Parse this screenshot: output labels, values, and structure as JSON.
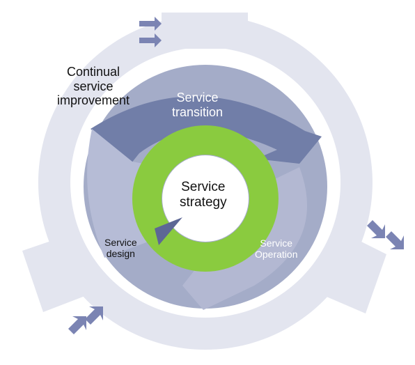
{
  "diagram": {
    "outer_ring": {
      "label_lines": [
        "Continual",
        "service",
        "improvement"
      ]
    },
    "transition": {
      "label_lines": [
        "Service",
        "transition"
      ]
    },
    "operation": {
      "label_lines": [
        "Service",
        "Operation"
      ]
    },
    "design": {
      "label_lines": [
        "Service",
        "design"
      ]
    },
    "strategy": {
      "label_lines": [
        "Service",
        "strategy"
      ]
    },
    "colors": {
      "outer_ring": "#e3e5ef",
      "middle_disc": "#a4acc8",
      "transition_arrow": "#717ea8",
      "design_arrow": "#b6bcd6",
      "operation_arrow": "#b3b8d2",
      "strategy_ring": "#8acb3f",
      "arrow_icons": "#7b84b3",
      "center": "#ffffff",
      "text_dark": "#111111",
      "text_light": "#ffffff"
    }
  }
}
